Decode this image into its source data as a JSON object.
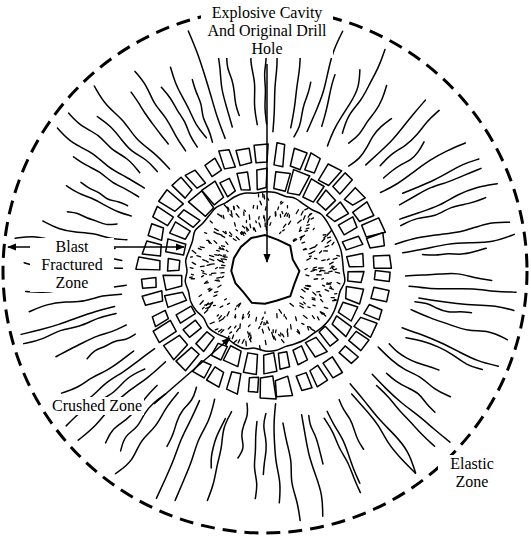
{
  "diagram": {
    "labels": [
      "Explosive Cavity And Original Drill Hole",
      "Blast Fractured Zone",
      "Crushed Zone",
      "Elastic Zone"
    ]
  }
}
